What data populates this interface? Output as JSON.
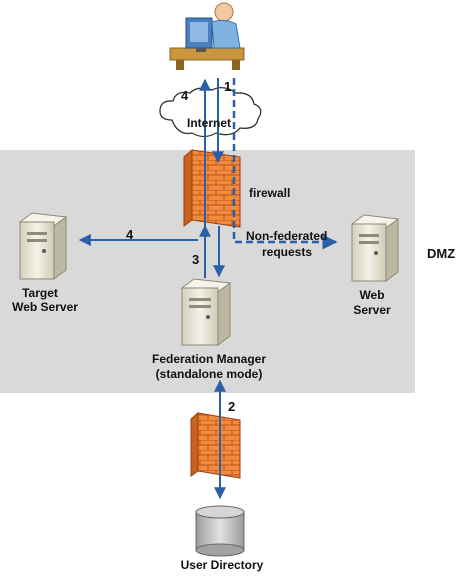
{
  "labels": {
    "internet": "Internet",
    "firewall": "firewall",
    "dmz": "DMZ",
    "non_federated_line1": "Non-federated",
    "non_federated_line2": "requests",
    "target_line1": "Target",
    "target_line2": "Web Server",
    "web_line1": "Web",
    "web_line2": "Server",
    "fed_line1": "Federation Manager",
    "fed_line2": "(standalone mode)",
    "user_directory": "User Directory"
  },
  "step_numbers": {
    "s1": "1",
    "s2": "2",
    "s3": "3",
    "s4_top": "4",
    "s4_left": "4"
  },
  "colors": {
    "dmz_fill": "#d9d9d9",
    "arrow": "#2b5fa8",
    "firewall_brick": "#f08a3c",
    "server_body": "#e9e6d8",
    "cylinder": "#c9c9c9"
  }
}
